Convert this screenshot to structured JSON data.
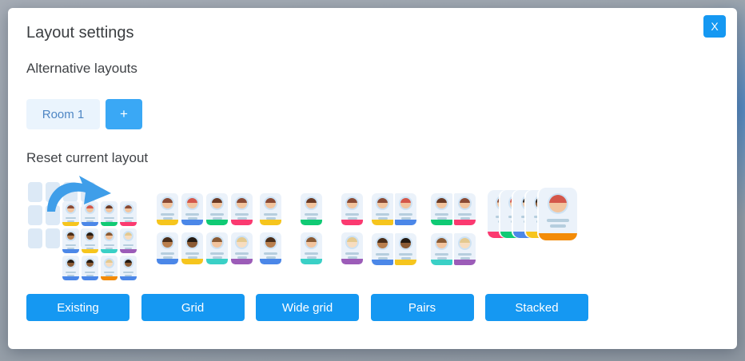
{
  "modal": {
    "title": "Layout settings",
    "close_label": "X"
  },
  "alternative_layouts": {
    "heading": "Alternative layouts",
    "room_tabs": [
      {
        "label": "Room 1"
      }
    ],
    "add_button_label": "+"
  },
  "reset_section": {
    "heading": "Reset current layout"
  },
  "layout_buttons": [
    {
      "id": "existing",
      "label": "Existing"
    },
    {
      "id": "grid",
      "label": "Grid"
    },
    {
      "id": "wide-grid",
      "label": "Wide grid"
    },
    {
      "id": "pairs",
      "label": "Pairs"
    },
    {
      "id": "stacked",
      "label": "Stacked"
    }
  ],
  "colors": {
    "accent_blue": "#1598f2",
    "add_button_blue": "#3aa8f5",
    "tab_bg": "#eaf4fd",
    "tab_text": "#4e86c4",
    "card_bg": "#ebf2fa",
    "empty_slot": "#dce9f6",
    "avatar_ring": "#cde2f4",
    "text_line": "#b6cede",
    "arrow_blue": "#3f9ee9",
    "bar_yellow": "#f6c51d",
    "bar_blue": "#4b87e8",
    "bar_green": "#10ca74",
    "bar_pink": "#fb3a70",
    "bar_teal": "#3ad0c6",
    "bar_purple": "#9c5cb8",
    "bar_orange": "#f38b07"
  },
  "previews": [
    {
      "id": "existing",
      "type": "existing",
      "empty_slots": 12,
      "cards": [
        {
          "hair": "#8a4a34",
          "skin": "#f2c49e",
          "bar": "#f6c51d"
        },
        {
          "hair": "#d4574a",
          "skin": "#f2c49e",
          "bar": "#4b87e8"
        },
        {
          "hair": "#6b3a24",
          "skin": "#f2c49e",
          "bar": "#10ca74"
        },
        {
          "hair": "#8a4a34",
          "skin": "#f2c49e",
          "bar": "#fb3a70"
        },
        {
          "hair": "#4a2d18",
          "skin": "#b97f4e",
          "bar": "#4b87e8"
        },
        {
          "hair": "#241a12",
          "skin": "#8a5a34",
          "bar": "#f6c51d"
        },
        {
          "hair": "#8a5a34",
          "skin": "#f2c49e",
          "bar": "#3ad0c6"
        },
        {
          "hair": "#e4c98f",
          "skin": "#f7ddc0",
          "bar": "#9c5cb8"
        },
        {
          "hair": "#241a12",
          "skin": "#8a5a34",
          "bar": "#4b87e8"
        },
        {
          "hair": "#241a12",
          "skin": "#8a5a34",
          "bar": "#4b87e8"
        },
        {
          "hair": "#e4c98f",
          "skin": "#f7ddc0",
          "bar": "#f38b07"
        },
        {
          "hair": "#241a12",
          "skin": "#8a5a34",
          "bar": "#4b87e8"
        }
      ]
    },
    {
      "id": "grid",
      "type": "grid",
      "cols": 4,
      "cards": [
        {
          "hair": "#8a4a34",
          "skin": "#f2c49e",
          "bar": "#f6c51d"
        },
        {
          "hair": "#d4574a",
          "skin": "#f2c49e",
          "bar": "#4b87e8"
        },
        {
          "hair": "#6b3a24",
          "skin": "#f2c49e",
          "bar": "#10ca74"
        },
        {
          "hair": "#8a4a34",
          "skin": "#f2c49e",
          "bar": "#fb3a70"
        },
        {
          "hair": "#4a2d18",
          "skin": "#b97f4e",
          "bar": "#4b87e8"
        },
        {
          "hair": "#241a12",
          "skin": "#8a5a34",
          "bar": "#f6c51d"
        },
        {
          "hair": "#8a5a34",
          "skin": "#f2c49e",
          "bar": "#3ad0c6"
        },
        {
          "hair": "#e4c98f",
          "skin": "#f7ddc0",
          "bar": "#9c5cb8"
        }
      ]
    },
    {
      "id": "wide-grid",
      "type": "grid",
      "cols": 3,
      "cards": [
        {
          "hair": "#8a4a34",
          "skin": "#f2c49e",
          "bar": "#f6c51d"
        },
        {
          "hair": "#6b3a24",
          "skin": "#f2c49e",
          "bar": "#10ca74"
        },
        {
          "hair": "#8a4a34",
          "skin": "#f2c49e",
          "bar": "#fb3a70"
        },
        {
          "hair": "#4a2d18",
          "skin": "#b97f4e",
          "bar": "#4b87e8"
        },
        {
          "hair": "#8a5a34",
          "skin": "#f2c49e",
          "bar": "#3ad0c6"
        },
        {
          "hair": "#e4c98f",
          "skin": "#f7ddc0",
          "bar": "#9c5cb8"
        }
      ]
    },
    {
      "id": "pairs",
      "type": "pairs",
      "cards": [
        {
          "hair": "#8a4a34",
          "skin": "#f2c49e",
          "bar": "#f6c51d"
        },
        {
          "hair": "#d4574a",
          "skin": "#f2c49e",
          "bar": "#4b87e8"
        },
        {
          "hair": "#6b3a24",
          "skin": "#f2c49e",
          "bar": "#10ca74"
        },
        {
          "hair": "#8a4a34",
          "skin": "#f2c49e",
          "bar": "#fb3a70"
        },
        {
          "hair": "#4a2d18",
          "skin": "#b97f4e",
          "bar": "#4b87e8"
        },
        {
          "hair": "#241a12",
          "skin": "#8a5a34",
          "bar": "#f6c51d"
        },
        {
          "hair": "#8a5a34",
          "skin": "#f2c49e",
          "bar": "#3ad0c6"
        },
        {
          "hair": "#e4c98f",
          "skin": "#f7ddc0",
          "bar": "#9c5cb8"
        }
      ]
    },
    {
      "id": "stacked",
      "type": "stacked",
      "cards": [
        {
          "hair": "#8a4a34",
          "skin": "#f2c49e",
          "bar": "#fb3a70"
        },
        {
          "hair": "#d4574a",
          "skin": "#f2c49e",
          "bar": "#10ca74"
        },
        {
          "hair": "#241a12",
          "skin": "#f2c49e",
          "bar": "#4b87e8"
        },
        {
          "hair": "#241a12",
          "skin": "#8a5a34",
          "bar": "#f6c51d"
        },
        {
          "hair": "#d4574a",
          "skin": "#f2c49e",
          "bar": "#f38b07"
        }
      ]
    }
  ]
}
